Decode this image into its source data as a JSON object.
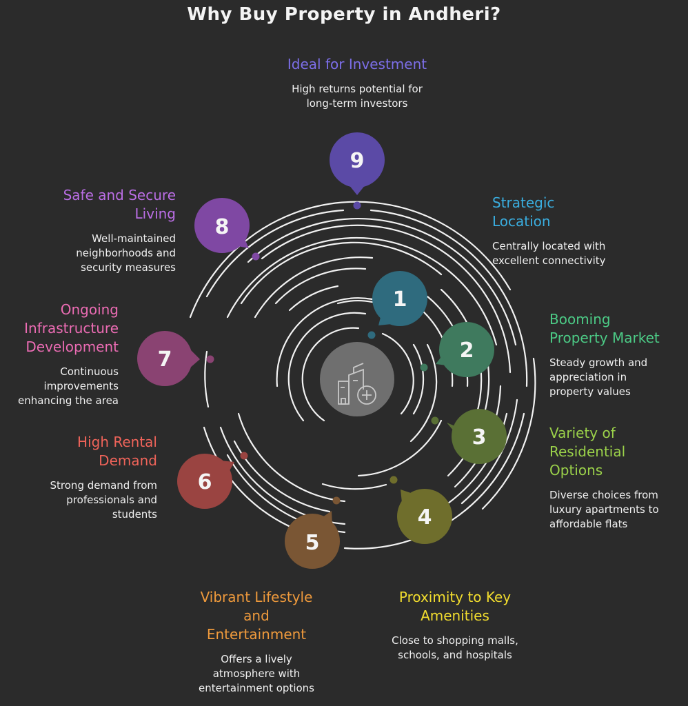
{
  "title": "Why Buy Property in Andheri?",
  "center_icon": "buildings-plus-icon",
  "items": [
    {
      "number": "1",
      "heading": "Strategic Location",
      "heading_lines": [
        "Strategic",
        "Location"
      ],
      "description_lines": [
        "Centrally located with",
        "excellent connectivity"
      ],
      "color": "#2f6b7e",
      "label_color": "#3aaee0"
    },
    {
      "number": "2",
      "heading": "Booming Property Market",
      "heading_lines": [
        "Booming",
        "Property Market"
      ],
      "description_lines": [
        "Steady growth and",
        "appreciation in",
        "property values"
      ],
      "color": "#3f7a5e",
      "label_color": "#4ccb86"
    },
    {
      "number": "3",
      "heading": "Variety of Residential Options",
      "heading_lines": [
        "Variety of",
        "Residential",
        "Options"
      ],
      "description_lines": [
        "Diverse choices from",
        "luxury apartments to",
        "affordable flats"
      ],
      "color": "#5a7035",
      "label_color": "#9bd24a"
    },
    {
      "number": "4",
      "heading": "Proximity to Key Amenities",
      "heading_lines": [
        "Proximity to Key",
        "Amenities"
      ],
      "description_lines": [
        "Close to shopping malls,",
        "schools, and hospitals"
      ],
      "color": "#6f6e2c",
      "label_color": "#f2dd2e"
    },
    {
      "number": "5",
      "heading": "Vibrant Lifestyle and Entertainment",
      "heading_lines": [
        "Vibrant Lifestyle",
        "and",
        "Entertainment"
      ],
      "description_lines": [
        "Offers a lively",
        "atmosphere with",
        "entertainment options"
      ],
      "color": "#7a5634",
      "label_color": "#ef9a3c"
    },
    {
      "number": "6",
      "heading": "High Rental Demand",
      "heading_lines": [
        "High Rental",
        "Demand"
      ],
      "description_lines": [
        "Strong demand from",
        "professionals and",
        "students"
      ],
      "color": "#9a4441",
      "label_color": "#f0645a"
    },
    {
      "number": "7",
      "heading": "Ongoing Infrastructure Development",
      "heading_lines": [
        "Ongoing",
        "Infrastructure",
        "Development"
      ],
      "description_lines": [
        "Continuous",
        "improvements",
        "enhancing the area"
      ],
      "color": "#8a4372",
      "label_color": "#ec6cb4"
    },
    {
      "number": "8",
      "heading": "Safe and Secure Living",
      "heading_lines": [
        "Safe and Secure",
        "Living"
      ],
      "description_lines": [
        "Well-maintained",
        "neighborhoods and",
        "security measures"
      ],
      "color": "#7f48a3",
      "label_color": "#bb6ee6"
    },
    {
      "number": "9",
      "heading": "Ideal for Investment",
      "heading_lines": [
        "Ideal for Investment"
      ],
      "description_lines": [
        "High returns potential for",
        "long-term investors"
      ],
      "color": "#5b4aa6",
      "label_color": "#7c6ee8"
    }
  ]
}
